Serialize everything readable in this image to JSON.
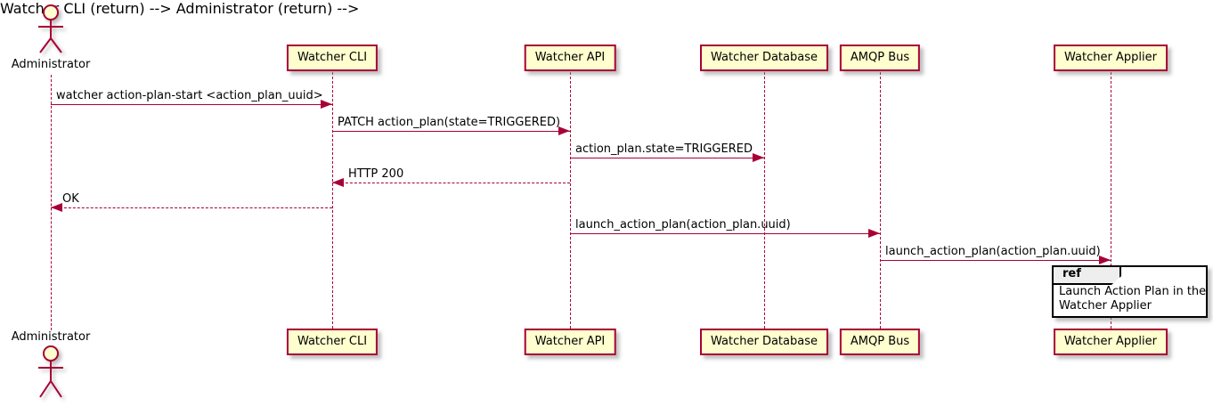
{
  "diagram": {
    "type": "uml-sequence-diagram",
    "colors": {
      "accent": "#A80036",
      "participant_fill": "#FEFECE",
      "ref_border": "#000000",
      "ref_tag_fill": "#EEEEEE",
      "text": "#000000",
      "background": "#FFFFFF"
    },
    "actor": {
      "name": "Administrator"
    },
    "participants": [
      {
        "name": "Watcher CLI"
      },
      {
        "name": "Watcher API"
      },
      {
        "name": "Watcher Database"
      },
      {
        "name": "AMQP Bus"
      },
      {
        "name": "Watcher Applier"
      }
    ],
    "messages": [
      {
        "label": "watcher action-plan-start <action_plan_uuid>",
        "from": "Administrator",
        "to": "Watcher CLI",
        "style": "solid"
      },
      {
        "label": "PATCH action_plan(state=TRIGGERED)",
        "from": "Watcher CLI",
        "to": "Watcher API",
        "style": "solid"
      },
      {
        "label": "action_plan.state=TRIGGERED",
        "from": "Watcher API",
        "to": "Watcher Database",
        "style": "solid"
      },
      {
        "label": "HTTP 200",
        "from": "Watcher API",
        "to": "Watcher CLI",
        "style": "dashed"
      },
      {
        "label": "OK",
        "from": "Watcher CLI",
        "to": "Administrator",
        "style": "dashed"
      },
      {
        "label": "launch_action_plan(action_plan.uuid)",
        "from": "Watcher API",
        "to": "AMQP Bus",
        "style": "solid"
      },
      {
        "label": "launch_action_plan(action_plan.uuid)",
        "from": "AMQP Bus",
        "to": "Watcher Applier",
        "style": "solid"
      }
    ],
    "ref": {
      "tag": "ref",
      "over": "Watcher Applier",
      "line1": "Launch Action Plan in the",
      "line2": "Watcher Applier"
    }
  }
}
